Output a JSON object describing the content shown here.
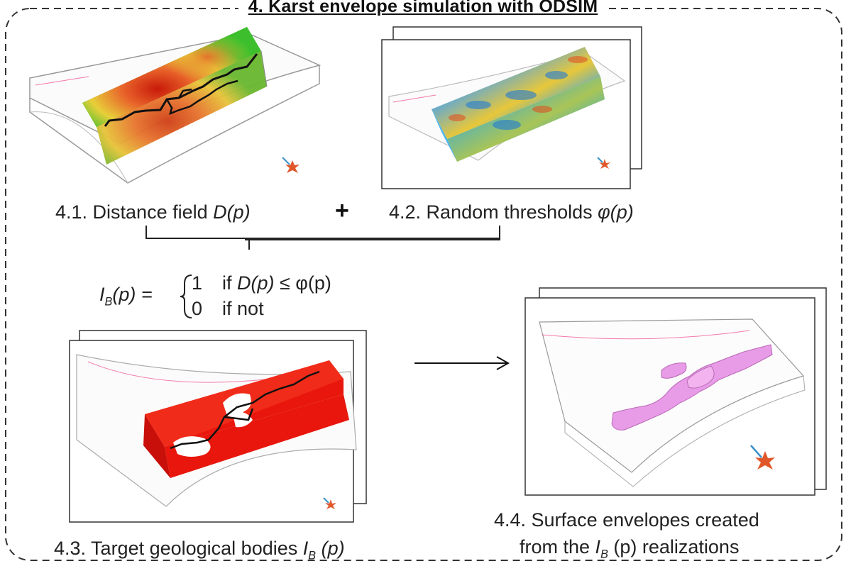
{
  "title": "4. Karst envelope simulation with ODSIM",
  "captions": {
    "c41_prefix": "4.1. Distance field ",
    "c41_var": "D(p)",
    "plus": "+",
    "c42_prefix": "4.2. Random thresholds ",
    "c42_var": "φ(p)",
    "c43_prefix": "4.3. Target geological bodies ",
    "c43_var": "I",
    "c43_sub": "B",
    "c43_suffix": " (p)",
    "c44_line1": "4.4. Surface envelopes created",
    "c44_line2_prefix": "from the ",
    "c44_var": "I",
    "c44_sub": "B",
    "c44_line2_suffix": " (p) realizations"
  },
  "equation": {
    "lhs_var": "I",
    "lhs_sub": "B",
    "lhs_suffix": "(p) =",
    "case1_value": "1",
    "case1_cond_prefix": "if ",
    "case1_cond_var": "D(p)",
    "case1_cond_suffix": " ≤ φ(p)",
    "case2_value": "0",
    "case2_cond": "if not"
  },
  "colors": {
    "frame": "#333333",
    "distance_field_low": "#3db82a",
    "distance_field_high": "#d63a0f",
    "target_body": "#e8160c",
    "envelope": "#e89be6",
    "karst_path": "#111111"
  }
}
